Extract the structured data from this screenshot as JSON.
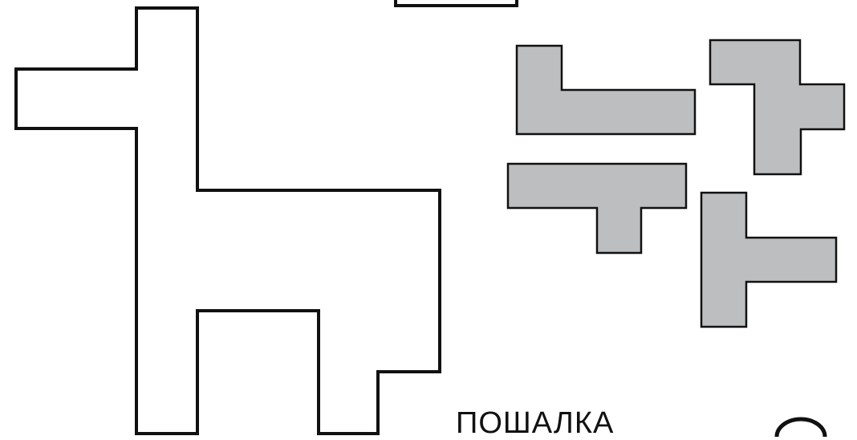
{
  "puzzle": {
    "title": "ПОШАЛКА"
  },
  "colors": {
    "background": "#ffffff",
    "outline_stroke": "#111111",
    "piece_fill": "#bcbec0"
  },
  "pieces": [
    {
      "name": "piece-l-shape",
      "shape": "L"
    },
    {
      "name": "piece-s-shape",
      "shape": "S"
    },
    {
      "name": "piece-t-shape",
      "shape": "T"
    },
    {
      "name": "piece-corner-shape",
      "shape": "L-tall"
    }
  ]
}
